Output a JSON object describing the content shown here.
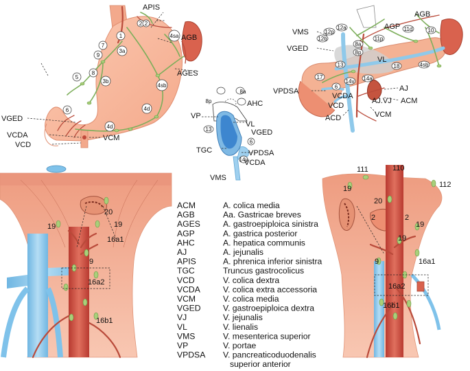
{
  "panels": {
    "stomach": {
      "labels": {
        "apis": "APIS",
        "agb": "AGB",
        "ages": "AGES",
        "vged": "VGED",
        "vcda": "VCDA",
        "vcd": "VCD",
        "vcm": "VCM"
      },
      "stations": [
        "1",
        "2",
        "2",
        "3a",
        "3b",
        "4sa",
        "4sb",
        "4d",
        "4d",
        "5",
        "6",
        "7",
        "8",
        "9"
      ]
    },
    "pancreas": {
      "labels": {
        "vms": "VMS",
        "agp": "AGP",
        "agb": "AGB",
        "vged": "VGED",
        "vl": "VL",
        "vpdsa": "VPDSA",
        "vcda": "VCDA",
        "vcd": "VCD",
        "acd": "ACD",
        "aj": "AJ",
        "ajvj": "AJ.VJ",
        "acm": "ACM",
        "vcm": "VCM"
      },
      "stations": [
        "12p",
        "12a",
        "12b",
        "8a",
        "8p",
        "11p",
        "11d",
        "10",
        "4sb",
        "13",
        "14v",
        "17",
        "14a",
        "18",
        "6"
      ]
    },
    "center": {
      "labels": {
        "ahc": "AHC",
        "vp": "VP",
        "vl": "VL",
        "vged": "VGED",
        "tgc": "TGC",
        "vpdsa": "VPDSA",
        "vcda": "VCDA",
        "vms": "VMS"
      },
      "stations": [
        "8p",
        "8a",
        "13",
        "6",
        "14v"
      ]
    },
    "mesentery_left": {
      "stations": [
        "20",
        "19",
        "19",
        "16a1",
        "9",
        "16a2",
        "16b1"
      ]
    },
    "mesentery_right": {
      "stations": [
        "111",
        "110",
        "112",
        "19",
        "20",
        "2",
        "2",
        "19",
        "19",
        "16a1",
        "9",
        "16a2",
        "16b1"
      ]
    }
  },
  "legend": [
    {
      "abbr": "ACM",
      "full": "A. colica media"
    },
    {
      "abbr": "AGB",
      "full": "Aa. Gastricae breves"
    },
    {
      "abbr": "AGES",
      "full": "A. gastroepiploica sinistra"
    },
    {
      "abbr": "AGP",
      "full": "A. gastrica posterior"
    },
    {
      "abbr": "AHC",
      "full": "A. hepatica communis"
    },
    {
      "abbr": "AJ",
      "full": "A. jejunalis"
    },
    {
      "abbr": "APIS",
      "full": "A. phrenica inferior sinistra"
    },
    {
      "abbr": "TGC",
      "full": "Truncus gastrocolicus"
    },
    {
      "abbr": "VCD",
      "full": "V. colica dextra"
    },
    {
      "abbr": "VCDA",
      "full": "V. colica extra accessoria"
    },
    {
      "abbr": "VCM",
      "full": "V. colica media"
    },
    {
      "abbr": "VGED",
      "full": "V. gastroepiploica dextra"
    },
    {
      "abbr": "VJ",
      "full": "V. jejunalis"
    },
    {
      "abbr": "VL",
      "full": "V. lienalis"
    },
    {
      "abbr": "VMS",
      "full": "V. mesenterica superior"
    },
    {
      "abbr": "VP",
      "full": "V. portae"
    },
    {
      "abbr": "VPDSA",
      "full": "V. pancreaticoduodenalis"
    },
    {
      "abbr": "",
      "full": "superior anterior"
    }
  ],
  "colors": {
    "organ": "#f6b49a",
    "organ_dark": "#e8876a",
    "artery": "#c0493a",
    "vein": "#8fc9ea",
    "lymph": "#7cae5a",
    "node": "#a9cf7a"
  }
}
